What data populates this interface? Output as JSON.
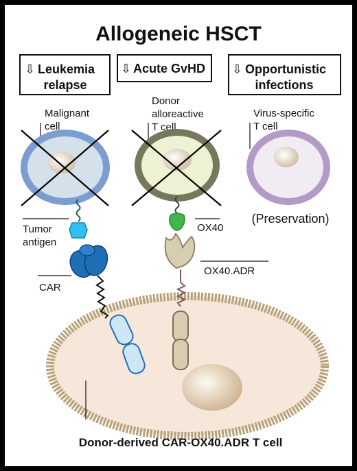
{
  "title": "Allogeneic HSCT",
  "boxes": [
    {
      "arrow": "⇩",
      "line1": "Leukemia",
      "line2": "relapse"
    },
    {
      "arrow": "⇩",
      "line1": "Acute GvHD",
      "line2": ""
    },
    {
      "arrow": "⇩",
      "line1": "Opportunistic",
      "line2": "infections"
    }
  ],
  "cells": {
    "malignant": {
      "line1": "Malignant",
      "line2": "cell"
    },
    "donor": {
      "line1": "Donor",
      "line2": "alloreactive",
      "line3": "T cell"
    },
    "virus": {
      "line1": "Virus-specific",
      "line2": "T cell"
    },
    "preservation": "(Preservation)"
  },
  "labels": {
    "tumor_antigen_1": "Tumor",
    "tumor_antigen_2": "antigen",
    "car": "CAR",
    "ox40": "OX40",
    "ox40adr": "OX40.ADR",
    "bottom": "Donor-derived CAR-OX40.ADR T cell"
  },
  "colors": {
    "malignant_membrane": "#7c9dcf",
    "malignant_fill": "#d4e1ea",
    "donor_membrane": "#77775e",
    "donor_fill": "#eef2d4",
    "virus_membrane": "#b39ac7",
    "virus_fill": "#f1ecf3",
    "bottom_membrane": "#b6a27a",
    "bottom_fill": "#f7e7da",
    "car": "#1f6fb5",
    "antigen": "#2fc0ee",
    "ox40": "#3fb54a",
    "ox40adr": "#d7cdb0"
  }
}
